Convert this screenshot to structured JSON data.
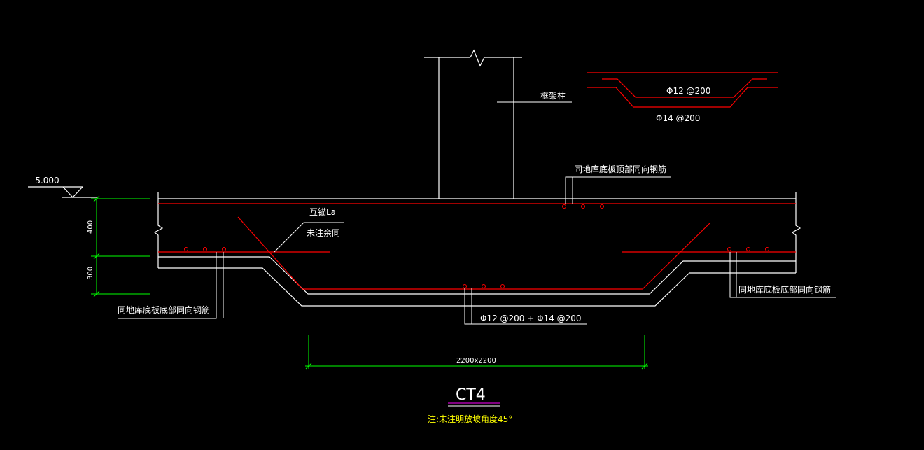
{
  "drawing": {
    "elevation_label": "-5.000",
    "dim_400": "400",
    "dim_300": "300",
    "column_label": "框架柱",
    "detail_upper_rebar": "Φ12 @200",
    "detail_lower_rebar": "Φ14 @200",
    "top_rebar_label": "同地库底板顶部同向钢筋",
    "anchor_label_1": "互锚La",
    "anchor_label_2": "未注余同",
    "bottom_rebar_label_left": "同地库底板底部同向钢筋",
    "bottom_rebar_label_right": "同地库底板底部同向钢筋",
    "pit_rebar_label": "Φ12 @200 + Φ14 @200",
    "width_dim": "2200x2200",
    "title": "CT4",
    "note": "注:未注明放坡角度45°"
  },
  "colors": {
    "background": "#000000",
    "outline": "#ffffff",
    "rebar": "#ff0000",
    "dimension": "#00ff00",
    "note_text": "#ffff00",
    "title_underline": "#ff00ff"
  }
}
